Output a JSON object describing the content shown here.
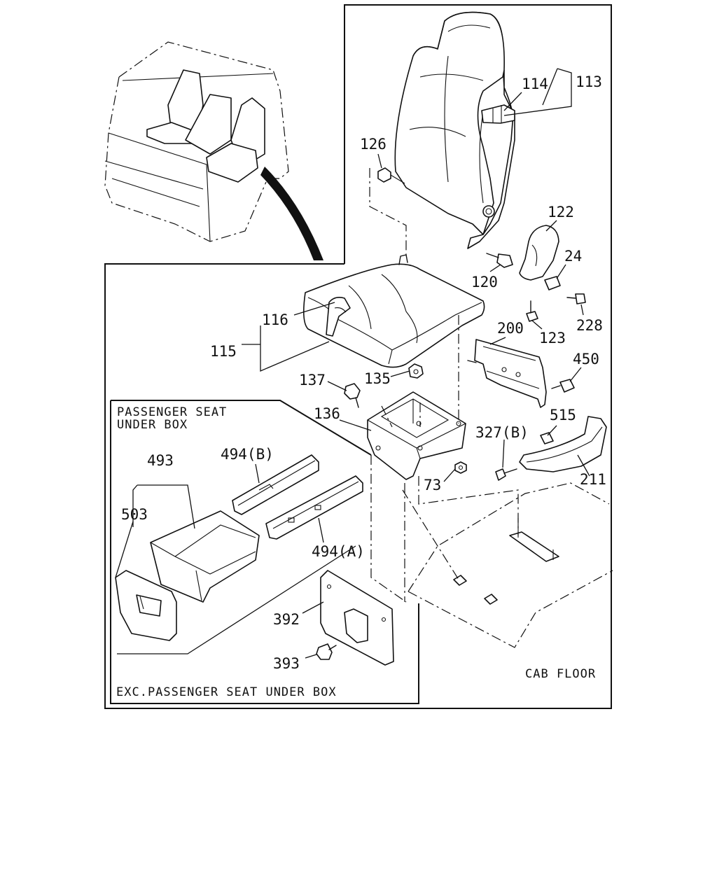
{
  "labels": {
    "p113": "113",
    "p114": "114",
    "p126": "126",
    "p122": "122",
    "p24": "24",
    "p120": "120",
    "p123": "123",
    "p228": "228",
    "p116": "116",
    "p115": "115",
    "p200": "200",
    "p450": "450",
    "p137": "137",
    "p135": "135",
    "p136": "136",
    "p327b": "327(B)",
    "p515": "515",
    "p211": "211",
    "p73": "73",
    "p493": "493",
    "p494b": "494(B)",
    "p503": "503",
    "p494a": "494(A)",
    "p392": "392",
    "p393": "393"
  },
  "notes": {
    "passenger_box_line1": "PASSENGER SEAT",
    "passenger_box_line2": "UNDER BOX",
    "exc_box": "EXC.PASSENGER SEAT UNDER BOX",
    "cab_floor": "CAB FLOOR"
  }
}
